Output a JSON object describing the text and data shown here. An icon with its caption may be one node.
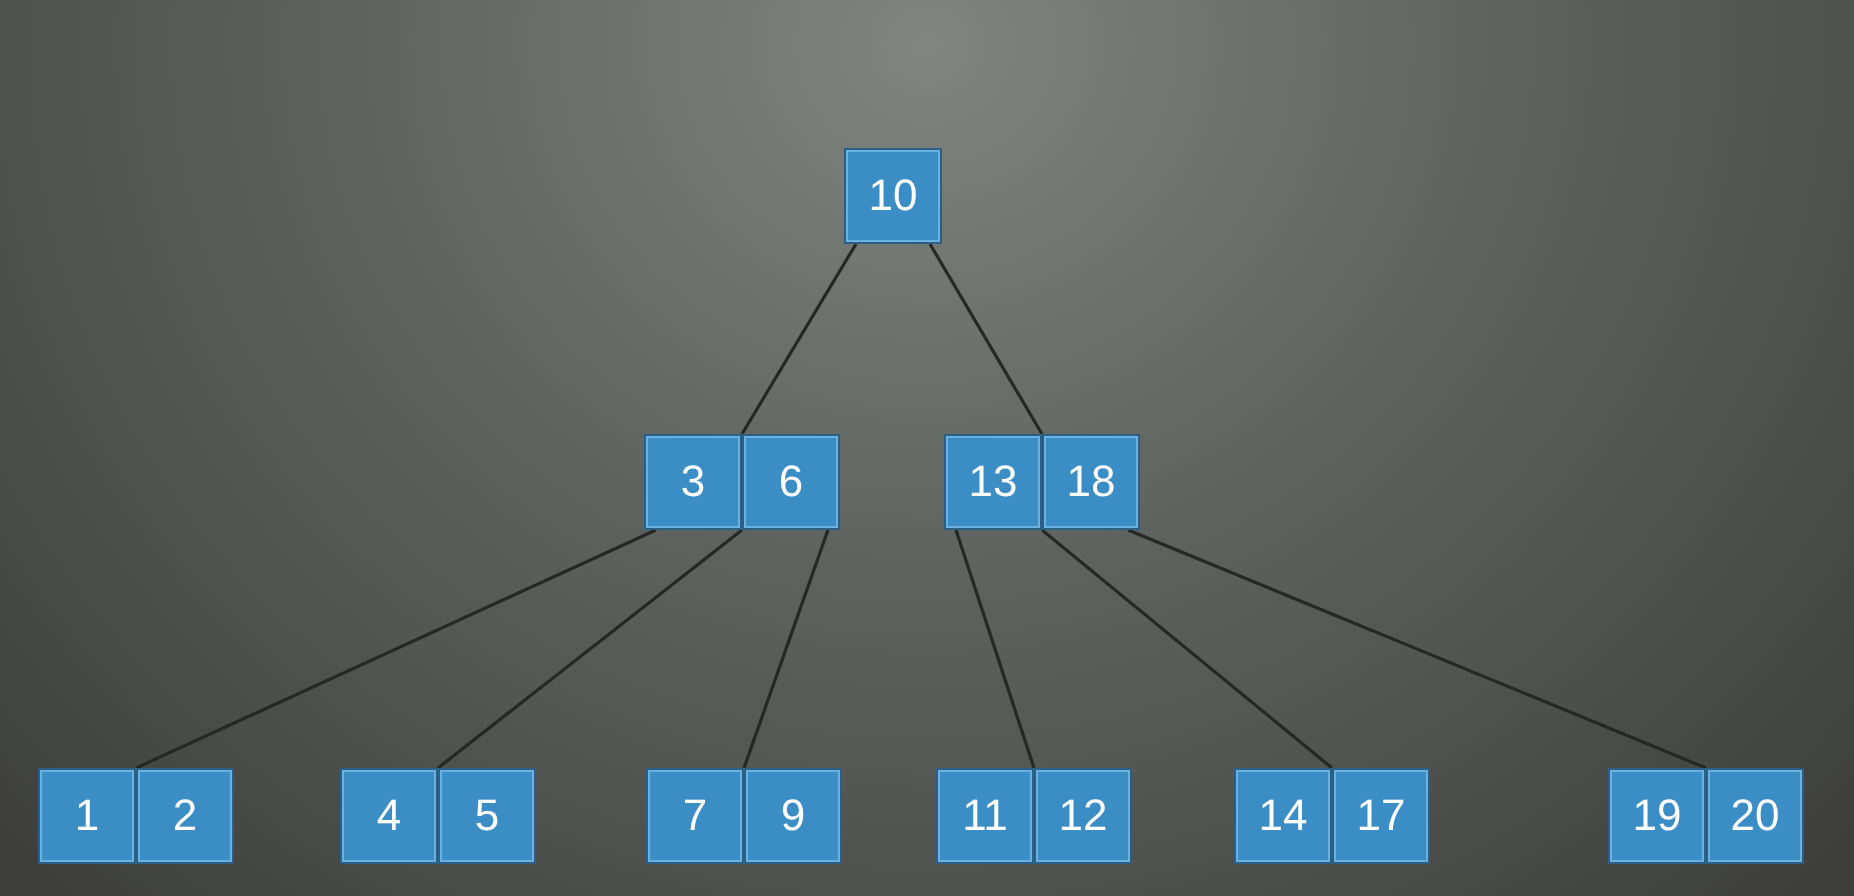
{
  "diagram": {
    "nodes": [
      {
        "text": [
          "10"
        ]
      },
      {
        "text": [
          "3",
          "6"
        ]
      },
      {
        "text": [
          "13",
          "18"
        ]
      },
      {
        "text": [
          "1",
          "2"
        ]
      },
      {
        "text": [
          "4",
          "5"
        ]
      },
      {
        "text": [
          "7",
          "9"
        ]
      },
      {
        "text": [
          "11",
          "12"
        ]
      },
      {
        "text": [
          "14",
          "17"
        ]
      },
      {
        "text": [
          "19",
          "20"
        ]
      }
    ],
    "edges": [
      {
        "from": 0,
        "to": 1,
        "arrow": "none"
      },
      {
        "from": 0,
        "to": 2,
        "arrow": "none"
      },
      {
        "from": 1,
        "to": 3,
        "arrow": "none"
      },
      {
        "from": 1,
        "to": 4,
        "arrow": "none"
      },
      {
        "from": 1,
        "to": 5,
        "arrow": "none"
      },
      {
        "from": 2,
        "to": 6,
        "arrow": "none"
      },
      {
        "from": 2,
        "to": 7,
        "arrow": "none"
      },
      {
        "from": 2,
        "to": 8,
        "arrow": "none"
      }
    ]
  }
}
